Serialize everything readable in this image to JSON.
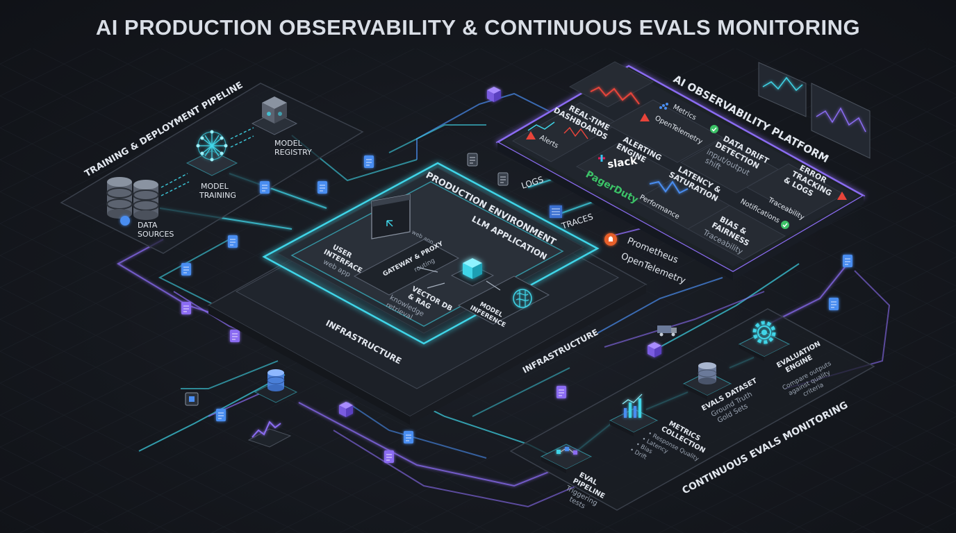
{
  "title": "AI PRODUCTION OBSERVABILITY & CONTINUOUS EVALS MONITORING",
  "colors": {
    "cyan": "#3fd5e8",
    "purple": "#8b6cf2",
    "blue": "#4a8df0",
    "red": "#e8443a",
    "green": "#3cc267"
  },
  "training": {
    "title": "TRAINING & DEPLOYMENT PIPELINE",
    "data_sources_1": "DATA",
    "data_sources_2": "SOURCES",
    "model_training_1": "MODEL",
    "model_training_2": "TRAINING",
    "model_registry_1": "MODEL",
    "model_registry_2": "REGISTRY"
  },
  "production": {
    "title": "PRODUCTION ENVIRONMENT",
    "llm_app": "LLM APPLICATION",
    "infra_left": "INFRASTRUCTURE",
    "infra_right": "INFRASTRUCTURE",
    "ui_1": "USER",
    "ui_2": "INTERFACE",
    "ui_sub": "web app",
    "web_app_tag": "web app",
    "gateway": "GATEWAY & PROXY",
    "gateway_sub": "routing",
    "vector_1": "VECTOR DB",
    "vector_2": "& RAG",
    "vector_sub_1": "knowledge",
    "vector_sub_2": "retrieval",
    "model_inf_1": "MODEL",
    "model_inf_2": "INFERENCE"
  },
  "telemetry": {
    "logs": "LOGS",
    "traces": "TRACES",
    "prometheus": "Prometheus",
    "opentelemetry": "OpenTelemetry"
  },
  "observability": {
    "title": "AI OBSERVABILITY PLATFORM",
    "realtime_1": "REAL-TIME",
    "realtime_2": "DASHBOARDS",
    "alerts": "Alerts",
    "metrics": "Metrics",
    "otel": "OpenTelemetry",
    "alerting_1": "ALERTING",
    "alerting_2": "ENGINE",
    "slack": "slack",
    "pagerduty": "PagerDuty",
    "drift_1": "DATA DRIFT",
    "drift_2": "DETECTION",
    "drift_sub_1": "input/output",
    "drift_sub_2": "shift",
    "latency_1": "LATENCY &",
    "latency_2": "SATURATION",
    "performance": "Performance",
    "error_1": "ERROR",
    "error_2": "TRACKING",
    "error_3": "& LOGS",
    "traceability_1": "Traceability",
    "notifications": "Notifications",
    "bias_1": "BIAS &",
    "bias_2": "FAIRNESS",
    "traceability_2": "Traceability"
  },
  "evals": {
    "title": "CONTINUOUS EVALS MONITORING",
    "pipeline_1": "EVAL",
    "pipeline_2": "PIPELINE",
    "pipeline_sub_1": "Triggering",
    "pipeline_sub_2": "tests",
    "metrics_1": "METRICS",
    "metrics_2": "COLLECTION",
    "metrics_b1": "• Response Quality",
    "metrics_b2": "• Latency",
    "metrics_b3": "• Bias",
    "metrics_b4": "• Drift",
    "dataset_1": "EVALS DATASET",
    "dataset_sub_1": "Ground Truth",
    "dataset_sub_2": "Gold Sets",
    "engine_1": "EVALUATION",
    "engine_2": "ENGINE",
    "engine_sub_1": "Compare outputs",
    "engine_sub_2": "against quality",
    "engine_sub_3": "criteria"
  }
}
